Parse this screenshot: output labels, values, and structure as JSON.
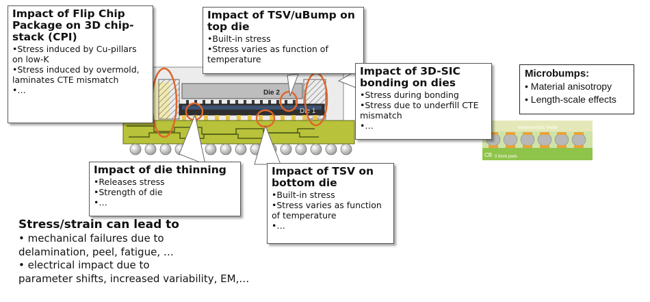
{
  "callouts": {
    "cpi": {
      "title": "Impact of Flip Chip Package on 3D chip-stack (CPI)",
      "items": [
        "Stress induced by Cu-pillars on low-K",
        "Stress induced by overmold, laminates CTE mismatch",
        "…"
      ]
    },
    "tsv_top": {
      "title": "Impact of TSV/uBump on top die",
      "items": [
        "Built-in stress",
        "Stress varies as function of temperature"
      ]
    },
    "bonding": {
      "title": "Impact of 3D-SIC bonding on dies",
      "items": [
        "Stress during bonding",
        "Stress due to underfill CTE mismatch",
        "…"
      ]
    },
    "thinning": {
      "title": "Impact of die thinning",
      "items": [
        "Releases stress",
        "Strength of die",
        "…"
      ]
    },
    "tsv_bottom": {
      "title": "Impact of TSV on bottom die",
      "items": [
        "Built-in stress",
        "Stress varies as function of temperature",
        "…"
      ]
    }
  },
  "microbumps": {
    "title": "Microbumps:",
    "items": [
      "Material anisotropy",
      "Length-scale effects"
    ],
    "image_top_label": "Interposer/SoC Wafer",
    "image_bottom_label": "0.5mm pads",
    "image_left_label": "CB"
  },
  "diagram": {
    "die2_label": "Die 2",
    "die1_label": "Die 1"
  },
  "summary": {
    "title": "Stress/strain can lead to",
    "lines": [
      "• mechanical failures due to",
      "delamination, peel, fatigue, …",
      "• electrical impact due to",
      "parameter shifts, increased variability, EM,…"
    ]
  },
  "colors": {
    "substrate": "#b8c23a",
    "die": "#bdbdbd",
    "callout_highlight": "#e0662a",
    "balls": "#d9d9d9"
  }
}
